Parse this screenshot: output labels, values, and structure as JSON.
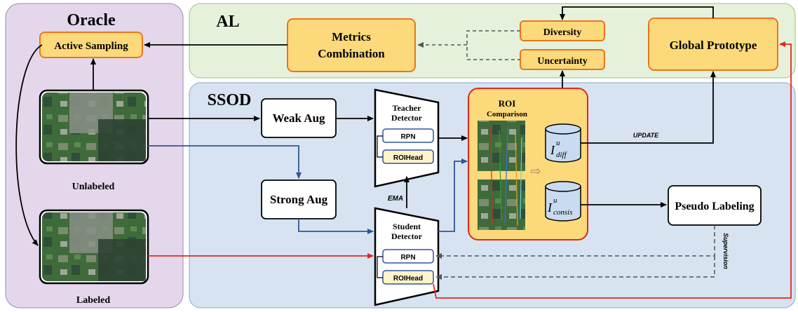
{
  "panels": {
    "oracle": "Oracle",
    "al": "AL",
    "ssod": "SSOD"
  },
  "oracle": {
    "active_sampling": "Active Sampling",
    "unlabeled": "Unlabeled",
    "labeled": "Labeled"
  },
  "al": {
    "metrics_combination": [
      "Metrics",
      "Combination"
    ],
    "diversity": "Diversity",
    "uncertainty": "Uncertainty",
    "global_prototype": "Global Prototype"
  },
  "ssod": {
    "weak_aug": "Weak Aug",
    "strong_aug": "Strong Aug",
    "teacher_detector": [
      "Teacher",
      "Detector"
    ],
    "student_detector": [
      "Student",
      "Detector"
    ],
    "rpn": "RPN",
    "roihead": "ROIHead",
    "ema": "EMA",
    "roi_comparison": [
      "ROI",
      "Comparison"
    ],
    "i_diff_base": "I",
    "i_diff_sup": "u",
    "i_diff_sub": "diff",
    "i_consis_base": "I",
    "i_consis_sup": "u",
    "i_consis_sub": "consis",
    "update": "UPDATE",
    "pseudo_labeling": "Pseudo Labeling",
    "supervision": "Supervision"
  },
  "colors": {
    "oracle_bg": "#e4d7ec",
    "al_bg": "#e6f1dc",
    "ssod_bg": "#d7e3f1",
    "box_fill": "#fcd97a",
    "box_stroke": "#e8761c",
    "red_arrow": "#e0281e",
    "blue_arrow": "#2f5597"
  }
}
